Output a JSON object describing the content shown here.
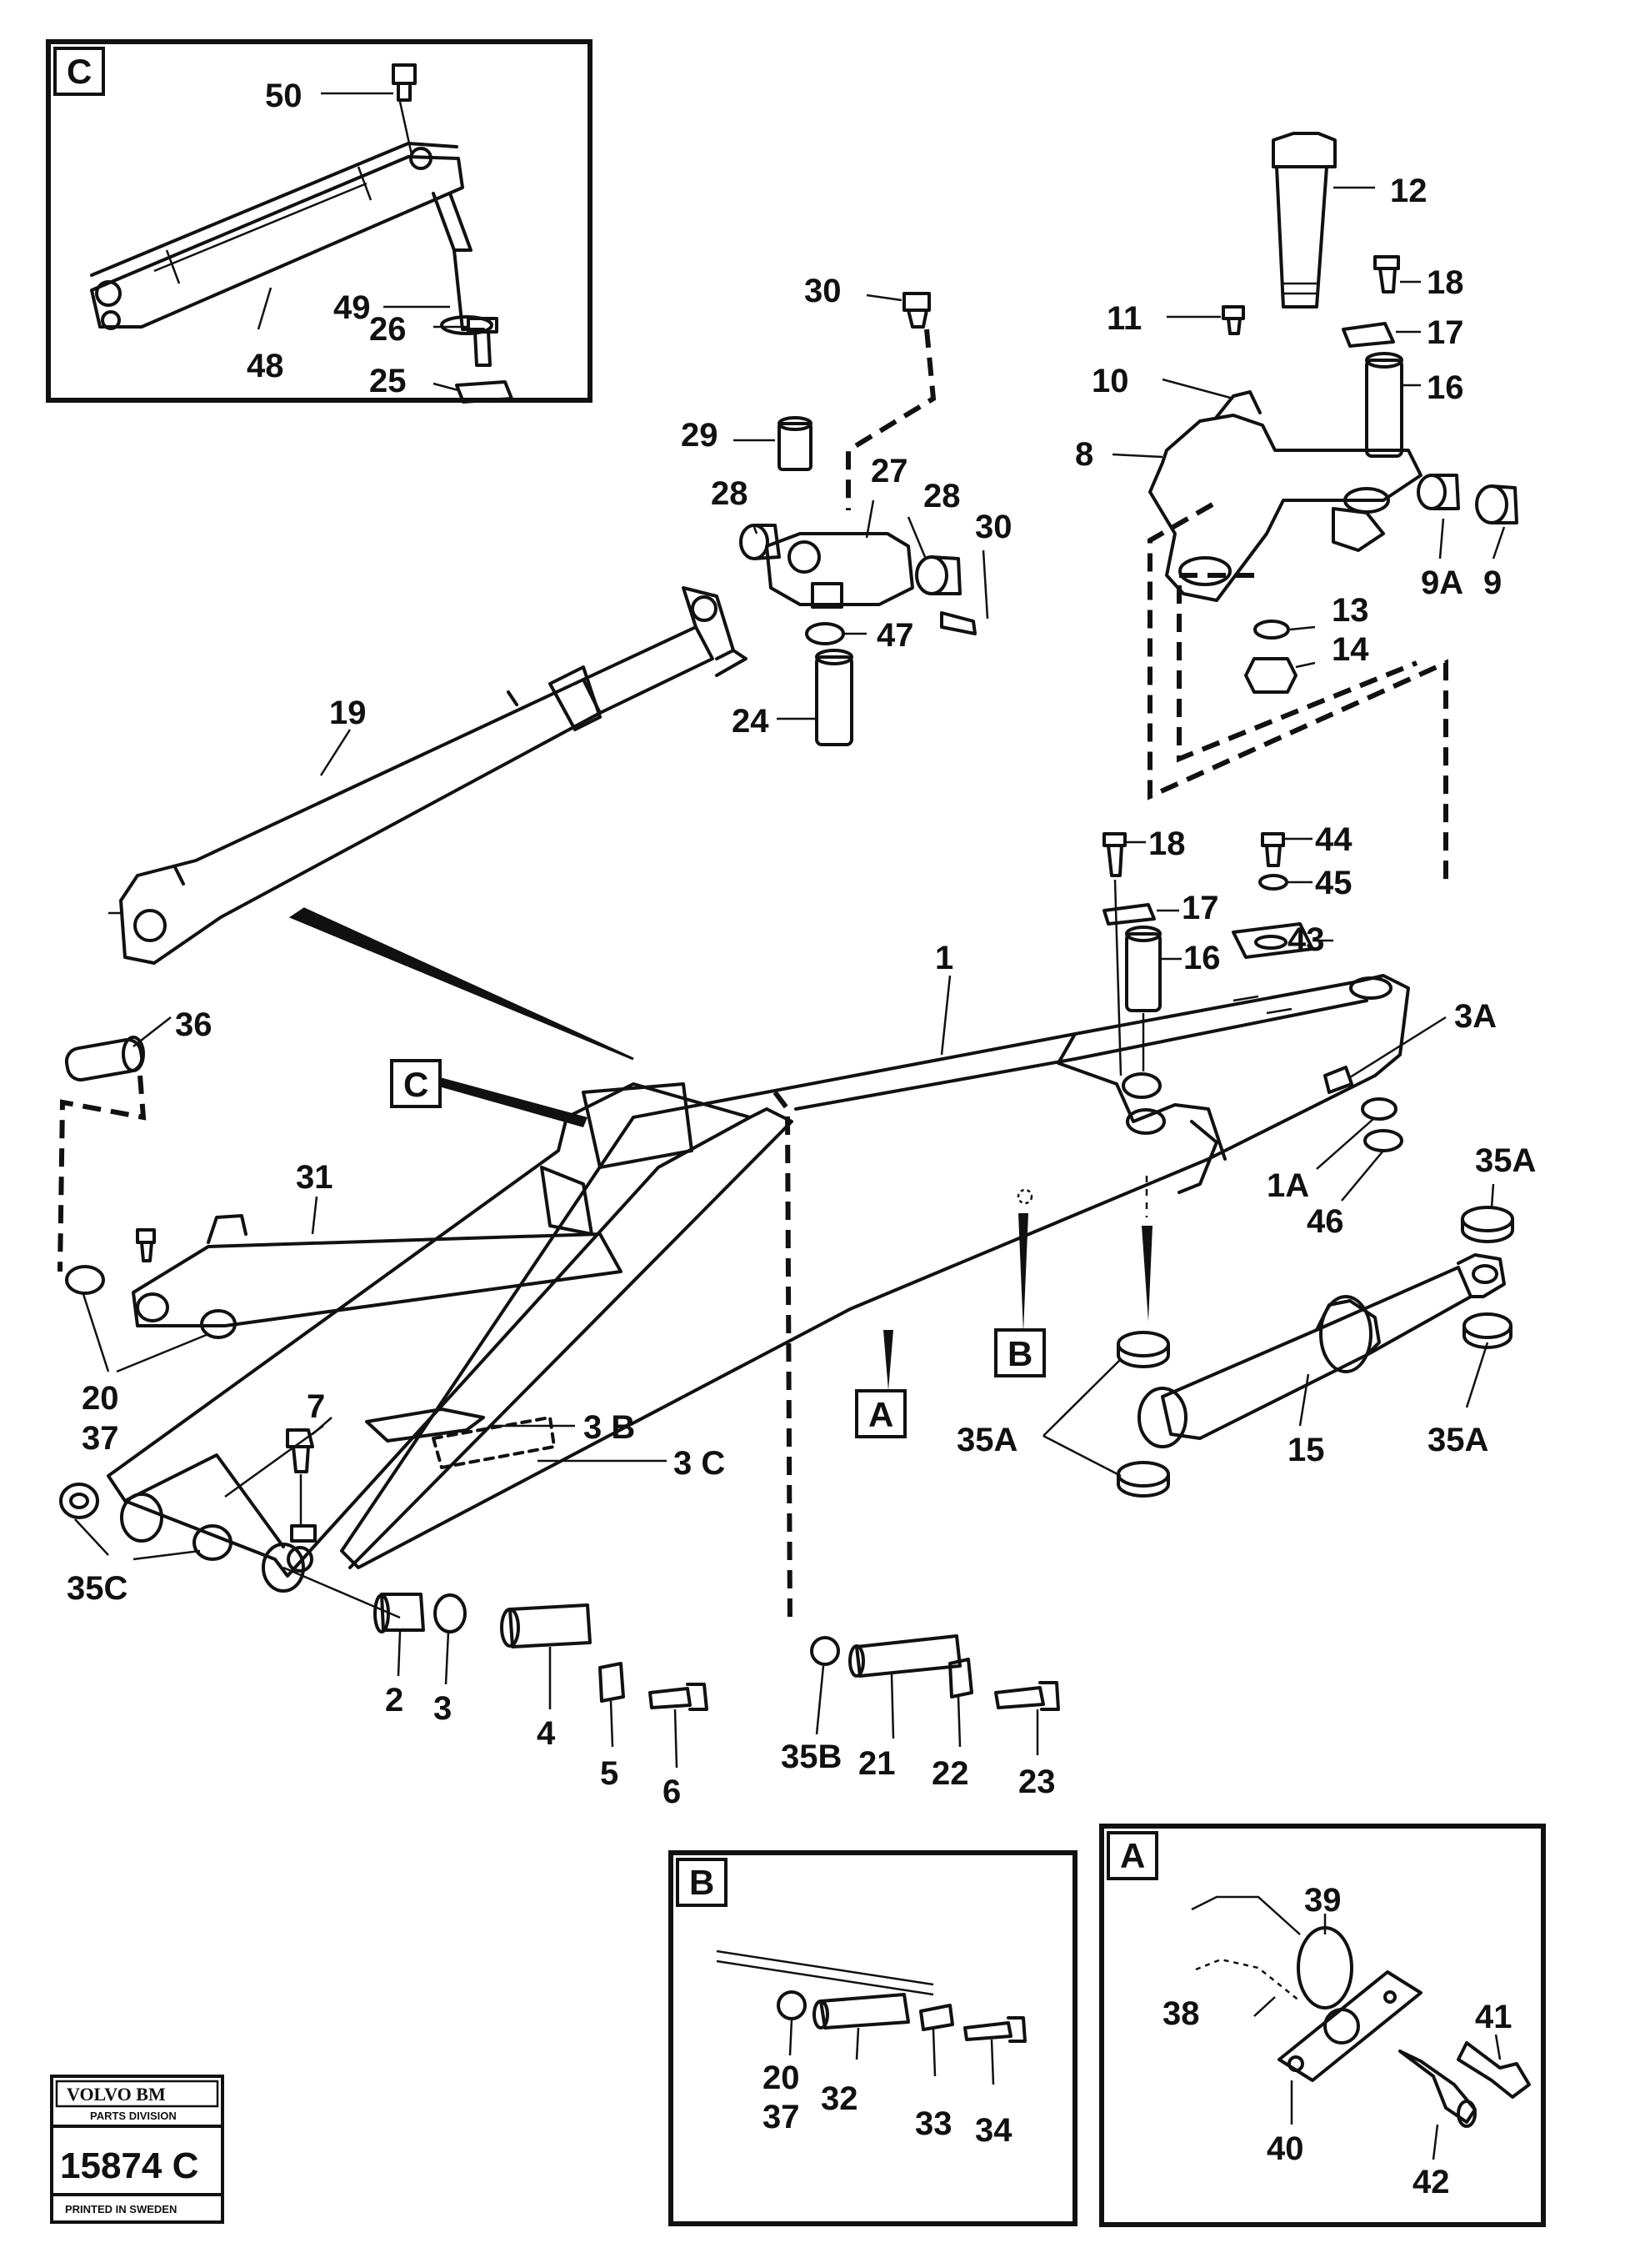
{
  "insets": {
    "c": "C",
    "b": "B",
    "a": "A"
  },
  "callout_tags": {
    "c": "C",
    "b": "B",
    "a": "A"
  },
  "labels": {
    "l50": "50",
    "l49": "49",
    "l48": "48",
    "l30a": "30",
    "l26": "26",
    "l25": "25",
    "l29": "29",
    "l28a": "28",
    "l27": "27",
    "l28b": "28",
    "l30b": "30",
    "l47": "47",
    "l24": "24",
    "l12": "12",
    "l18a": "18",
    "l11": "11",
    "l17a": "17",
    "l10": "10",
    "l16a": "16",
    "l8": "8",
    "l9a": "9A",
    "l9": "9",
    "l13": "13",
    "l14": "14",
    "l19": "19",
    "l18b": "18",
    "l44": "44",
    "l45": "45",
    "l17b": "17",
    "l43": "43",
    "l16b": "16",
    "l1": "1",
    "l3a": "3A",
    "l1a": "1A",
    "l46": "46",
    "l35a1": "35A",
    "l35a2": "35A",
    "l35a3": "35A",
    "l15": "15",
    "l36": "36",
    "l31": "31",
    "l20a": "20",
    "l37a": "37",
    "l7": "7",
    "l3b": "3 B",
    "l3c": "3 C",
    "l35c": "35C",
    "l2": "2",
    "l3": "3",
    "l4": "4",
    "l5": "5",
    "l6": "6",
    "l35b": "35B",
    "l21": "21",
    "l22": "22",
    "l23": "23",
    "l20b": "20",
    "l37b": "37",
    "l32": "32",
    "l33": "33",
    "l34": "34",
    "l39": "39",
    "l41": "41",
    "l38": "38",
    "l40": "40",
    "l42": "42"
  },
  "logo": {
    "brand": "VOLVO BM",
    "division": "PARTS DIVISION",
    "number": "15874 C",
    "printed": "PRINTED IN SWEDEN"
  }
}
